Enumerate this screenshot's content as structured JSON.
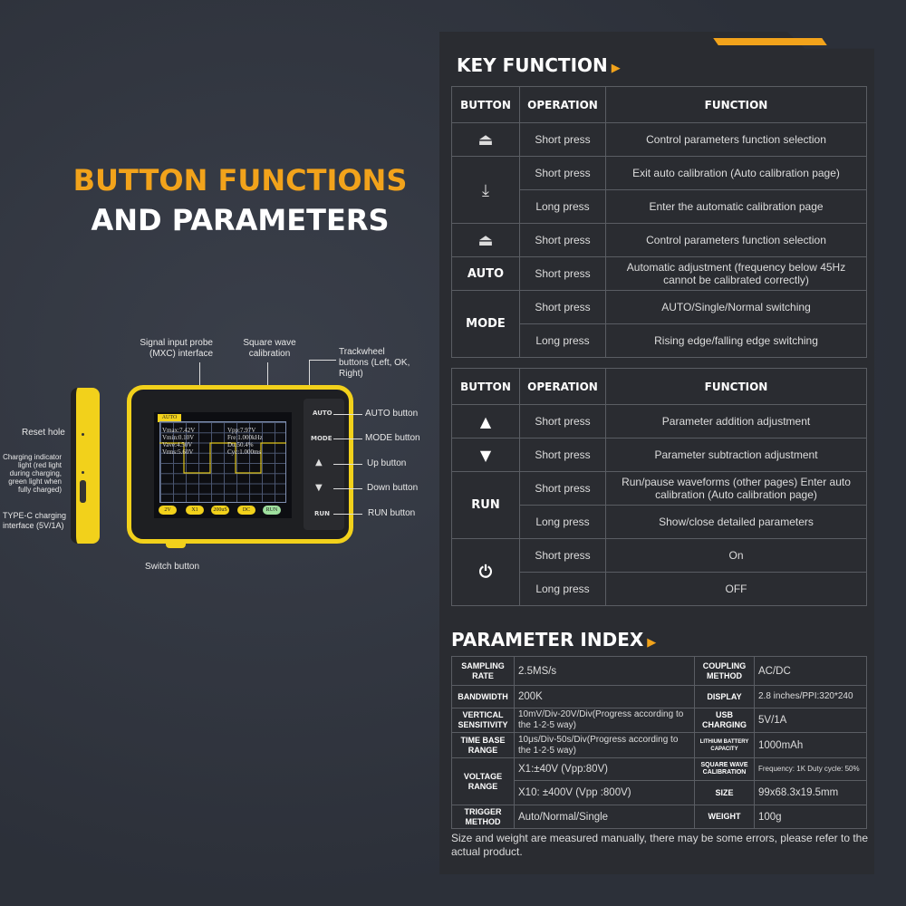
{
  "hero": {
    "line1": "BUTTON FUNCTIONS",
    "line2": "AND PARAMETERS"
  },
  "device": {
    "callouts": {
      "probe": "Signal input probe (MXC) interface",
      "square": "Square wave calibration",
      "trackwheel": "Trackwheel buttons (Left, OK, Right)",
      "auto": "AUTO button",
      "mode": "MODE button",
      "up": "Up button",
      "down": "Down button",
      "run": "RUN button",
      "reset": "Reset hole",
      "charging": "Charging indicator light (red light during charging, green light when fully charged)",
      "typec": "TYPE-C charging interface (5V/1A)",
      "switch": "Switch button"
    },
    "keys": {
      "auto": "AUTO",
      "mode": "MODE",
      "run": "RUN"
    },
    "screen": {
      "mode": "AUTO",
      "vmax": "Vmax:7.42V",
      "vmin": "Vmin:0.10V",
      "vave": "Vave:4.50V",
      "vrms": "Vrms:5.60V",
      "vpp": "Vpp:7.97V",
      "fre": "Fre:1.000kHz",
      "duty": "Du:50.4%",
      "cyc": "Cyc:1.000ms",
      "pills": [
        "2V",
        "X1",
        "200uS",
        "DC",
        "RUN"
      ]
    }
  },
  "key_function": {
    "title": "KEY FUNCTION",
    "headers": [
      "BUTTON",
      "OPERATION",
      "FUNCTION"
    ],
    "rows": [
      {
        "op": "Short press",
        "fn": "Control parameters function selection"
      },
      {
        "op": "Short press",
        "fn": "Exit auto calibration (Auto calibration page)"
      },
      {
        "op": "Long press",
        "fn": "Enter the automatic calibration page"
      },
      {
        "op": "Short press",
        "fn": "Control parameters function selection"
      },
      {
        "button": "AUTO",
        "op": "Short press",
        "fn": "Automatic adjustment (frequency below 45Hz cannot be calibrated correctly)"
      },
      {
        "button": "MODE",
        "op": "Short press",
        "fn": "AUTO/Single/Normal switching"
      },
      {
        "op": "Long press",
        "fn": "Rising edge/falling edge switching"
      }
    ],
    "rows2": [
      {
        "op": "Short press",
        "fn": "Parameter addition adjustment"
      },
      {
        "op": "Short press",
        "fn": "Parameter subtraction adjustment"
      },
      {
        "button": "RUN",
        "op": "Short press",
        "fn": "Run/pause waveforms (other pages) Enter auto calibration (Auto calibration page)"
      },
      {
        "op": "Long press",
        "fn": "Show/close detailed parameters"
      },
      {
        "op": "Short press",
        "fn": "On"
      },
      {
        "op": "Long press",
        "fn": "OFF"
      }
    ]
  },
  "parameter_index": {
    "title": "PARAMETER INDEX",
    "left": [
      {
        "k": "SAMPLING RATE",
        "v": "2.5MS/s"
      },
      {
        "k": "BANDWIDTH",
        "v": "200K"
      },
      {
        "k": "VERTICAL SENSITIVITY",
        "v": "10mV/Div-20V/Div(Progress according to the 1-2-5 way)"
      },
      {
        "k": "TIME BASE RANGE",
        "v": "10μs/Div-50s/Div(Progress according to the 1-2-5 way)"
      },
      {
        "k": "VOLTAGE RANGE",
        "v": "X1:±40V (Vpp:80V)",
        "v2": "X10: ±400V (Vpp :800V)"
      },
      {
        "k": "TRIGGER METHOD",
        "v": "Auto/Normal/Single"
      }
    ],
    "right": [
      {
        "k": "COUPLING METHOD",
        "v": "AC/DC"
      },
      {
        "k": "DISPLAY",
        "v": "2.8 inches/PPI:320*240"
      },
      {
        "k": "USB CHARGING",
        "v": "5V/1A"
      },
      {
        "k": "LITHIUM BATTERY CAPACITY",
        "v": "1000mAh"
      },
      {
        "k": "SQUARE WAVE CALIBRATION",
        "v": "Frequency: 1K Duty cycle: 50%"
      },
      {
        "k": "SIZE",
        "v": "99x68.3x19.5mm"
      },
      {
        "k": "WEIGHT",
        "v": "100g"
      }
    ],
    "note": "Size and weight are measured manually, there may be some errors, please refer to the actual product."
  },
  "colors": {
    "accent": "#f2a31b",
    "device_yellow": "#f2d11b",
    "panel": "#2a2c31"
  }
}
